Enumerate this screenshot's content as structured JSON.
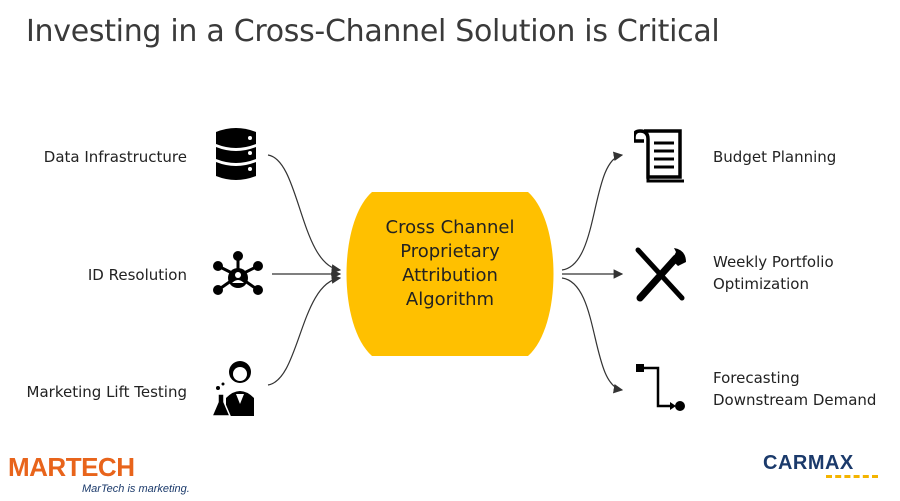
{
  "title": "Investing in a Cross-Channel Solution is Critical",
  "inputs": [
    {
      "label": "Data Infrastructure",
      "icon": "database-icon"
    },
    {
      "label": "ID Resolution",
      "icon": "network-nodes-icon"
    },
    {
      "label": "Marketing Lift Testing",
      "icon": "scientist-icon"
    }
  ],
  "center": {
    "lines": [
      "Cross Channel",
      "Proprietary",
      "Attribution",
      "Algorithm"
    ],
    "color": "#FFC000"
  },
  "outputs": [
    {
      "label_lines": [
        "Budget Planning"
      ],
      "icon": "document-scroll-icon"
    },
    {
      "label_lines": [
        "Weekly Portfolio",
        "Optimization"
      ],
      "icon": "wrench-screwdriver-icon"
    },
    {
      "label_lines": [
        "Forecasting",
        "Downstream Demand"
      ],
      "icon": "process-flow-icon"
    }
  ],
  "logos": {
    "left": {
      "name": "MARTECH",
      "tagline": "MarTech is marketing.",
      "color": "#E8641B"
    },
    "right": {
      "name": "CARMAX",
      "color": "#1B3A6B",
      "accent": "#F4B400"
    }
  }
}
